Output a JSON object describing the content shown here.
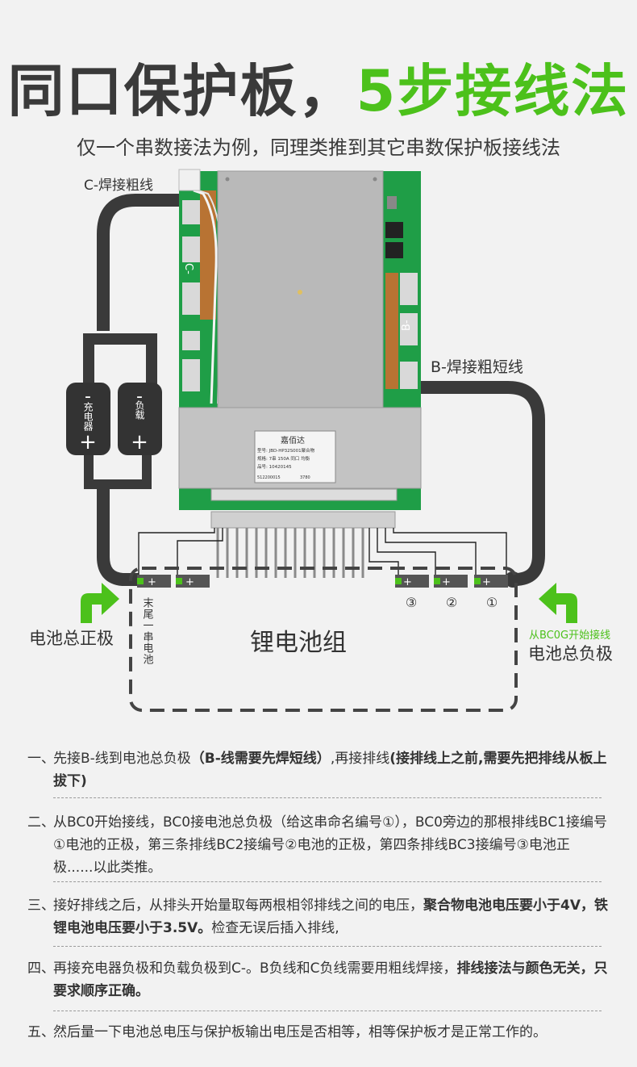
{
  "header": {
    "title_main": "同口保护板，",
    "title_accent": "5步接线法",
    "subtitle": "仅一个串数接法为例，同理类推到其它串数保护板接线法"
  },
  "diagram": {
    "c_wire_label": "C-焊接粗线",
    "b_wire_label": "B-焊接粗短线",
    "board_c_label": "C-",
    "board_b_label": "B-",
    "charger_sign_minus": "-",
    "charger_label": "充电器",
    "charger_sign_plus": "+",
    "load_sign_minus": "-",
    "load_label": "负载",
    "load_sign_plus": "+",
    "nameplate": {
      "brand": "嘉佰达",
      "model": "型号: JBD-HP32S001聚合物",
      "spec": "规格: 7串 150A 同口 均衡",
      "part": "品号: 10420145",
      "serial": "512200015",
      "code": "3780"
    },
    "cell_plus": "+",
    "tail_cell_label": "末尾一串电池",
    "cell_numbers": [
      "③",
      "②",
      "①"
    ],
    "pack_label": "锂电池组",
    "pos_terminal_label": "电池总正极",
    "neg_terminal_note": "从BC0G开始接线",
    "neg_terminal_label": "电池总负极",
    "colors": {
      "accent": "#4cc11b",
      "wire": "#3a3a3a",
      "board": "#1f9e47",
      "shield": "#b8b8b8"
    }
  },
  "steps": [
    {
      "num": "一、",
      "parts": [
        {
          "text": "先接B-线到电池总负极",
          "bold": false
        },
        {
          "text": "（B-线需要先焊短线）",
          "bold": true
        },
        {
          "text": ",再接排线",
          "bold": false
        },
        {
          "text": "(接排线上之前,需要先把排线从板上拔下)",
          "bold": true
        }
      ]
    },
    {
      "num": "二、",
      "parts": [
        {
          "text": "从BC0开始接线，BC0接电池总负极（给这串命名编号①），BC0旁边的那根排线BC1接编号①电池的正极，第三条排线BC2接编号②电池的正极，第四条排线BC3接编号③电池正极......以此类推。",
          "bold": false
        }
      ]
    },
    {
      "num": "三、",
      "parts": [
        {
          "text": "接好排线之后，从排头开始量取每两根相邻排线之间的电压，",
          "bold": false
        },
        {
          "text": "聚合物电池电压要小于4V，铁锂电池电压要小于3.5V。",
          "bold": true
        },
        {
          "text": "检查无误后插入排线,",
          "bold": false
        }
      ]
    },
    {
      "num": "四、",
      "parts": [
        {
          "text": "再接充电器负极和负载负极到C-。B负线和C负线需要用粗线焊接，",
          "bold": false
        },
        {
          "text": "排线接法与颜色无关，只要求顺序正确。",
          "bold": true
        }
      ]
    },
    {
      "num": "五、",
      "parts": [
        {
          "text": "然后量一下电池总电压与保护板输出电压是否相等，相等保护板才是正常工作的。",
          "bold": false
        }
      ]
    }
  ]
}
